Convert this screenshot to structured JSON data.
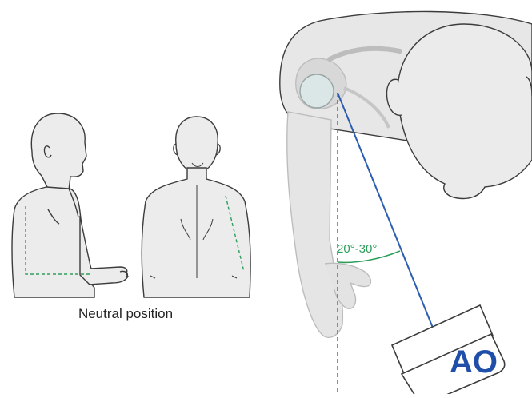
{
  "caption": "Neutral position",
  "angle_label": "20°-30°",
  "logo_text": "AO",
  "colors": {
    "outline": "#3c3c3c",
    "skin_light": "#e7e7e7",
    "skin_mid": "#cfcfcf",
    "guide_green": "#2e9e5b",
    "beam_blue": "#2a5db0",
    "logo_blue": "#1f4fa8"
  }
}
